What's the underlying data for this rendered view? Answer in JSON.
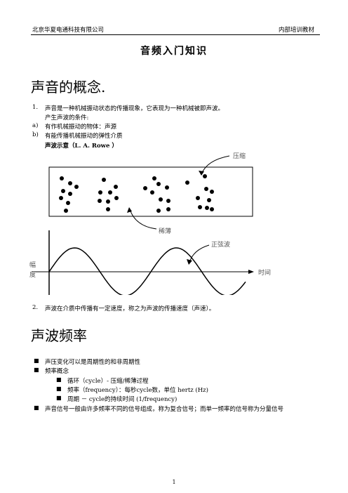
{
  "header": {
    "company": "北京华夏电通科技有限公司",
    "doc_type": "内部培训教材"
  },
  "title": "音频入门知识",
  "section1": {
    "heading": "声音的概念.",
    "items": [
      {
        "marker": "1.",
        "text": "声音是一种机械振动状态的传播现象，它表现为一种机械被即声波。"
      },
      {
        "marker": "",
        "text": "产生声波的条件:"
      },
      {
        "marker": "a)",
        "text": "有作机械振动的物体：声源"
      },
      {
        "marker": "b)",
        "text": "有能传播机械振动的弹性介质"
      }
    ],
    "demo_label": "声波示意（L. A. Rowe ）",
    "diagram": {
      "compress_label": "压缩",
      "rarefy_label": "稀薄",
      "sine_label": "正弦波",
      "amplitude_label": "幅度",
      "time_label": "时间"
    },
    "item2": {
      "marker": "2.",
      "text": "声波在介质中传播有一定速度，称之为声波的传播速度（声速）。"
    }
  },
  "section2": {
    "heading": "声波频率",
    "bullets": [
      "声压变化可以是周期性的和非周期性",
      "频率概念"
    ],
    "sub_bullets": [
      "循环（cycle）- 压缩/稀薄过程",
      "频率（frequency）：每秒cycle数，单位 hertz (Hz)",
      "周期 － cycle的持续时间 (1/frequency)"
    ],
    "last_bullet": "声音信号一般由许多频率不同的信号组成，称为复合信号；而单一频率的信号称为分量信号"
  },
  "footer": {
    "page": "1"
  }
}
